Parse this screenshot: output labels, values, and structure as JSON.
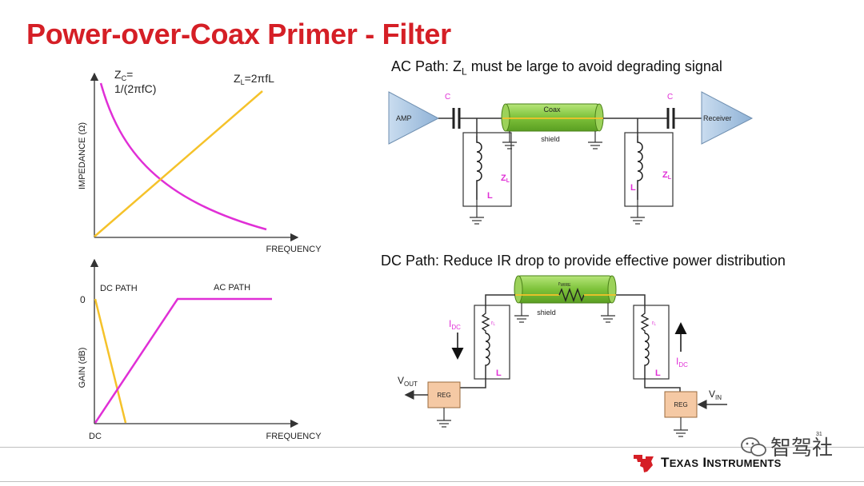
{
  "title": "Power-over-Coax Primer - Filter",
  "ac_heading": {
    "pre": "AC Path: Z",
    "sub": "L",
    "post": " must be large to avoid degrading signal"
  },
  "dc_heading": "DC Path: Reduce IR drop to provide effective power distribution",
  "impedance_plot": {
    "ylabel": "IMPEDANCE (Ω)",
    "xlabel": "FREQUENCY",
    "zc_line1": "Z",
    "zc_sub": "C",
    "zc_eq": "=",
    "zc_line2": "1/(2πfC)",
    "zl_pre": "Z",
    "zl_sub": "L",
    "zl_post": "=2πfL",
    "zc_color": "#e02fd6",
    "zl_color": "#f5c22a"
  },
  "gain_plot": {
    "ylabel": "GAIN (dB)",
    "xlabel": "FREQUENCY",
    "x0": "DC",
    "y0": "0",
    "dc_label": "DC PATH",
    "ac_label": "AC PATH"
  },
  "ac_schematic": {
    "amp": "AMP",
    "receiver": "Receiver",
    "cap_left": "C",
    "cap_right": "C",
    "coax": "Coax",
    "shield": "shield",
    "inductor": "L",
    "z_pre": "Z",
    "z_sub": "L"
  },
  "dc_schematic": {
    "coax_pre": "r",
    "coax_sub": "WIRE",
    "shield": "shield",
    "idc_pre": "I",
    "idc_sub": "DC",
    "rl_pre": "r",
    "rl_sub": "L",
    "inductor": "L",
    "reg": "REG",
    "vout_pre": "V",
    "vout_sub": "OUT",
    "vin_pre": "V",
    "vin_sub": "IN"
  },
  "footer": {
    "company_big1": "T",
    "company_small1": "EXAS",
    "company_big2": " I",
    "company_small2": "NSTRUMENTS",
    "page": "31",
    "watermark": "智驾社"
  }
}
